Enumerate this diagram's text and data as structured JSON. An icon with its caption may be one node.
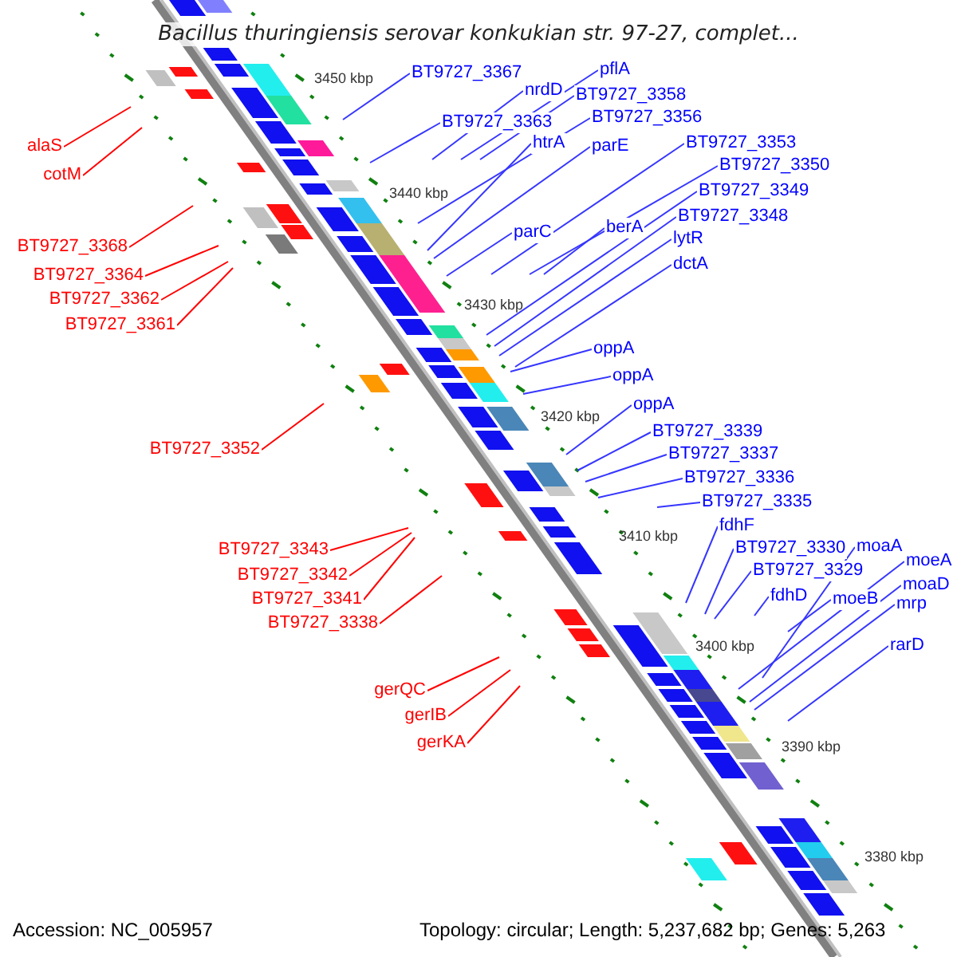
{
  "diagram": {
    "title": "Bacillus thuringiensis serovar konkukian str. 97-27, complet...",
    "nodes": [
      {
        "text": [
          "pflA"
        ]
      },
      {
        "text": [
          "BT9727_3367"
        ]
      },
      {
        "text": [
          "nrdD"
        ]
      },
      {
        "text": [
          "BT9727_3358"
        ]
      },
      {
        "text": [
          "BT9727_3356"
        ]
      },
      {
        "text": [
          "BT9727_3363"
        ]
      },
      {
        "text": [
          "htrA"
        ]
      },
      {
        "text": [
          "parE"
        ]
      },
      {
        "text": [
          "BT9727_3353"
        ]
      },
      {
        "text": [
          "alaS"
        ]
      },
      {
        "text": [
          "BT9727_3350"
        ]
      },
      {
        "text": [
          "cotM"
        ]
      },
      {
        "text": [
          "BT9727_3349"
        ]
      },
      {
        "text": [
          "BT9727_3348"
        ]
      },
      {
        "text": [
          "berA"
        ]
      },
      {
        "text": [
          "parC"
        ]
      },
      {
        "text": [
          "lytR"
        ]
      },
      {
        "text": [
          "BT9727_3368"
        ]
      },
      {
        "text": [
          "dctA"
        ]
      },
      {
        "text": [
          "BT9727_3364"
        ]
      },
      {
        "text": [
          "BT9727_3362"
        ]
      },
      {
        "text": [
          "BT9727_3361"
        ]
      },
      {
        "text": [
          "oppA"
        ]
      },
      {
        "text": [
          "oppA"
        ]
      },
      {
        "text": [
          "oppA"
        ]
      },
      {
        "text": [
          "BT9727_3339"
        ]
      },
      {
        "text": [
          "BT9727_3352"
        ]
      },
      {
        "text": [
          "BT9727_3337"
        ]
      },
      {
        "text": [
          "BT9727_3336"
        ]
      },
      {
        "text": [
          "BT9727_3335"
        ]
      },
      {
        "text": [
          "fdhF"
        ]
      },
      {
        "text": [
          "moaA"
        ]
      },
      {
        "text": [
          "BT9727_3330"
        ]
      },
      {
        "text": [
          "BT9727_3343"
        ]
      },
      {
        "text": [
          "moeA"
        ]
      },
      {
        "text": [
          "BT9727_3329"
        ]
      },
      {
        "text": [
          "BT9727_3342"
        ]
      },
      {
        "text": [
          "moaD"
        ]
      },
      {
        "text": [
          "fdhD"
        ]
      },
      {
        "text": [
          "moeB"
        ]
      },
      {
        "text": [
          "BT9727_3341"
        ]
      },
      {
        "text": [
          "mrp"
        ]
      },
      {
        "text": [
          "BT9727_3338"
        ]
      },
      {
        "text": [
          "rarD"
        ]
      },
      {
        "text": [
          "gerQC"
        ]
      },
      {
        "text": [
          "gerIB"
        ]
      },
      {
        "text": [
          "gerKA"
        ]
      }
    ],
    "edges": [
      {
        "from": 0,
        "to": null,
        "arrow": "none"
      },
      {
        "from": 1,
        "to": null,
        "arrow": "none"
      },
      {
        "from": 2,
        "to": null,
        "arrow": "none"
      },
      {
        "from": 3,
        "to": null,
        "arrow": "none"
      },
      {
        "from": 4,
        "to": null,
        "arrow": "none"
      },
      {
        "from": 5,
        "to": null,
        "arrow": "none"
      },
      {
        "from": 6,
        "to": null,
        "arrow": "none"
      },
      {
        "from": 7,
        "to": null,
        "arrow": "none"
      },
      {
        "from": 8,
        "to": null,
        "arrow": "none"
      },
      {
        "from": 9,
        "to": null,
        "arrow": "none",
        "color": "#ff0000"
      },
      {
        "from": 10,
        "to": null,
        "arrow": "none"
      },
      {
        "from": 11,
        "to": null,
        "arrow": "none",
        "color": "#ff0000"
      },
      {
        "from": 12,
        "to": null,
        "arrow": "none"
      },
      {
        "from": 13,
        "to": null,
        "arrow": "none"
      },
      {
        "from": 14,
        "to": null,
        "arrow": "none"
      },
      {
        "from": 15,
        "to": null,
        "arrow": "none"
      },
      {
        "from": 16,
        "to": null,
        "arrow": "none"
      },
      {
        "from": 17,
        "to": null,
        "arrow": "none",
        "color": "#ff0000"
      },
      {
        "from": 18,
        "to": null,
        "arrow": "none"
      },
      {
        "from": 19,
        "to": null,
        "arrow": "none",
        "color": "#ff0000"
      },
      {
        "from": 20,
        "to": null,
        "arrow": "none",
        "color": "#ff0000"
      },
      {
        "from": 21,
        "to": null,
        "arrow": "none",
        "color": "#ff0000"
      },
      {
        "from": 22,
        "to": null,
        "arrow": "none"
      },
      {
        "from": 23,
        "to": null,
        "arrow": "none"
      },
      {
        "from": 24,
        "to": null,
        "arrow": "none"
      },
      {
        "from": 25,
        "to": null,
        "arrow": "none"
      },
      {
        "from": 26,
        "to": null,
        "arrow": "none",
        "color": "#ff0000"
      },
      {
        "from": 27,
        "to": null,
        "arrow": "none"
      },
      {
        "from": 28,
        "to": null,
        "arrow": "none"
      },
      {
        "from": 29,
        "to": null,
        "arrow": "none"
      },
      {
        "from": 30,
        "to": null,
        "arrow": "none"
      },
      {
        "from": 31,
        "to": null,
        "arrow": "none"
      },
      {
        "from": 32,
        "to": null,
        "arrow": "none"
      },
      {
        "from": 33,
        "to": null,
        "arrow": "none",
        "color": "#ff0000"
      },
      {
        "from": 34,
        "to": null,
        "arrow": "none"
      },
      {
        "from": 35,
        "to": null,
        "arrow": "none"
      },
      {
        "from": 36,
        "to": null,
        "arrow": "none",
        "color": "#ff0000"
      },
      {
        "from": 37,
        "to": null,
        "arrow": "none"
      },
      {
        "from": 38,
        "to": null,
        "arrow": "none"
      },
      {
        "from": 39,
        "to": null,
        "arrow": "none"
      },
      {
        "from": 40,
        "to": null,
        "arrow": "none",
        "color": "#ff0000"
      },
      {
        "from": 41,
        "to": null,
        "arrow": "none"
      },
      {
        "from": 42,
        "to": null,
        "arrow": "none",
        "color": "#ff0000"
      },
      {
        "from": 43,
        "to": null,
        "arrow": "none"
      },
      {
        "from": 44,
        "to": null,
        "arrow": "none",
        "color": "#ff0000"
      },
      {
        "from": 45,
        "to": null,
        "arrow": "none",
        "color": "#ff0000"
      },
      {
        "from": 46,
        "to": null,
        "arrow": "none",
        "color": "#ff0000"
      }
    ],
    "labels": [
      "3450 kbp",
      "3440 kbp",
      "3430 kbp",
      "3420 kbp",
      "3410 kbp",
      "3400 kbp",
      "3390 kbp",
      "3380 kbp",
      "Accession: NC_005957",
      "Topology: circular; Length: 5,237,682 bp; Genes: 5,263"
    ]
  }
}
